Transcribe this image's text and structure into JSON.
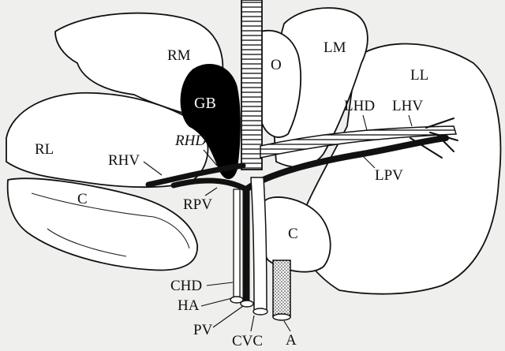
{
  "labels": {
    "rm": "RM",
    "o": "O",
    "lm": "LM",
    "ll": "LL",
    "gb": "GB",
    "lhd": "LHD",
    "lhv": "LHV",
    "rl": "RL",
    "rhd": "RHD",
    "rhv": "RHV",
    "c_right": "C",
    "rpv": "RPV",
    "lpv": "LPV",
    "c_center": "C",
    "chd": "CHD",
    "ha": "HA",
    "pv": "PV",
    "cvc": "CVC",
    "a": "A"
  },
  "colors": {
    "outline": "#111111",
    "lobe_fill": "#ffffff",
    "gallbladder_fill": "#000000",
    "background": "#efefed"
  }
}
